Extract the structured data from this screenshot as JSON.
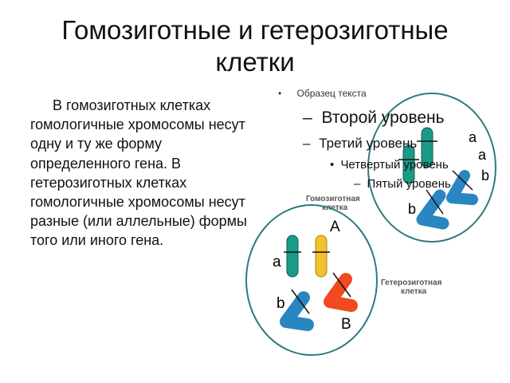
{
  "slide": {
    "title_line1": "Гомозиготные и гетерозиготные",
    "title_line2": "клетки",
    "body": "В гомозиготных клетках гомологичные хромосомы несут одну и ту же форму определенного гена. В гетерозиготных клетках гомологичные хромосомы несут разные (или аллельные) формы того или иного гена."
  },
  "placeholder": {
    "level1": "Образец текста",
    "level2": "Второй уровень",
    "level3": "Третий уровень",
    "level4": "Четвертый уровень",
    "level5": "Пятый уровень",
    "bullet": "•",
    "dash": "–"
  },
  "diagram": {
    "homo_label_1": "Гомозиготная",
    "homo_label_2": "клетка",
    "hetero_label_1": "Гетерозиготная",
    "hetero_label_2": "клетка",
    "homo_a1": "a",
    "homo_a2": "a",
    "homo_b1": "b",
    "homo_b2": "b",
    "hetero_A": "A",
    "hetero_a": "a",
    "hetero_b": "b",
    "hetero_B": "B",
    "colors": {
      "green": "#1a9b86",
      "yellow": "#f2c12e",
      "blue": "#2a86c0",
      "red": "#f04a1e",
      "outline": "#2f7a80"
    }
  }
}
